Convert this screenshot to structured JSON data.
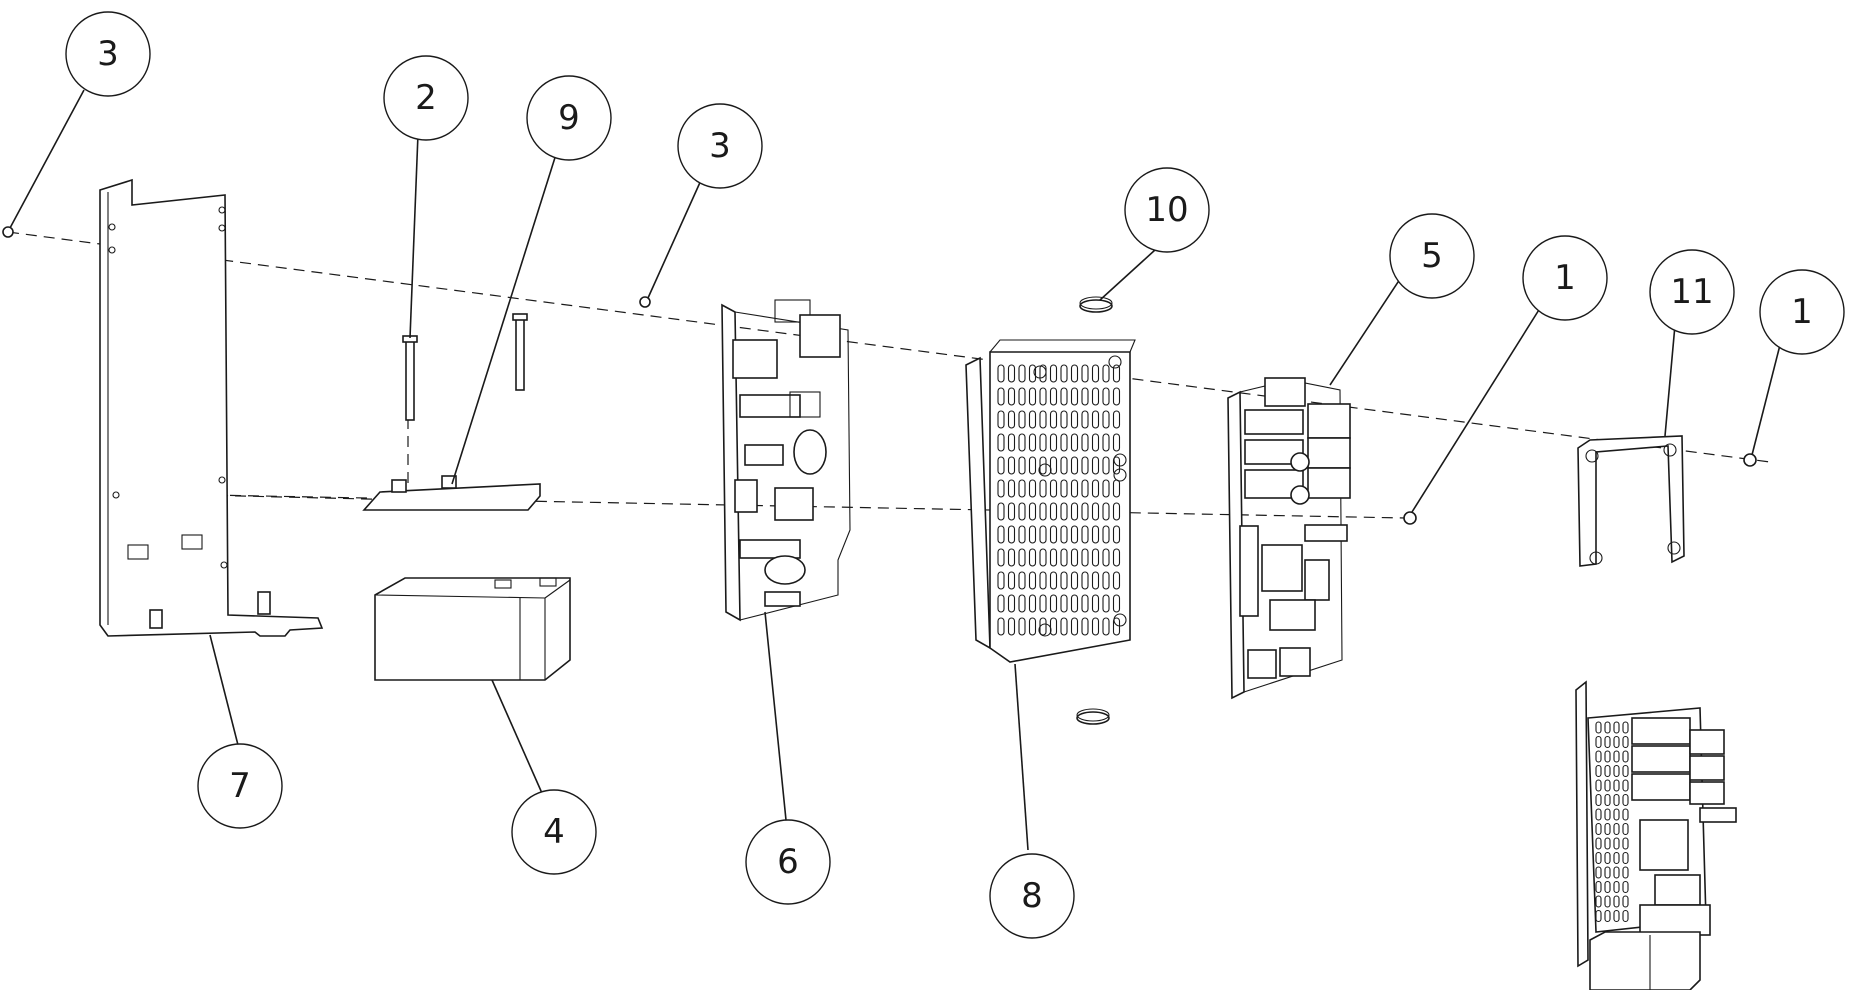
{
  "diagram": {
    "callouts": [
      {
        "id": "c1",
        "label": "3",
        "part": "screw"
      },
      {
        "id": "c2",
        "label": "2",
        "part": "long-screw"
      },
      {
        "id": "c3",
        "label": "9",
        "part": "battery-bracket"
      },
      {
        "id": "c4",
        "label": "3",
        "part": "screw"
      },
      {
        "id": "c5",
        "label": "10",
        "part": "grommet"
      },
      {
        "id": "c6",
        "label": "5",
        "part": "control-board"
      },
      {
        "id": "c7",
        "label": "1",
        "part": "screw"
      },
      {
        "id": "c8",
        "label": "11",
        "part": "mounting-bracket"
      },
      {
        "id": "c9",
        "label": "1",
        "part": "screw"
      },
      {
        "id": "c10",
        "label": "7",
        "part": "chassis-plate"
      },
      {
        "id": "c11",
        "label": "4",
        "part": "battery"
      },
      {
        "id": "c12",
        "label": "6",
        "part": "power-supply-board"
      },
      {
        "id": "c13",
        "label": "8",
        "part": "perforated-cover"
      }
    ]
  }
}
